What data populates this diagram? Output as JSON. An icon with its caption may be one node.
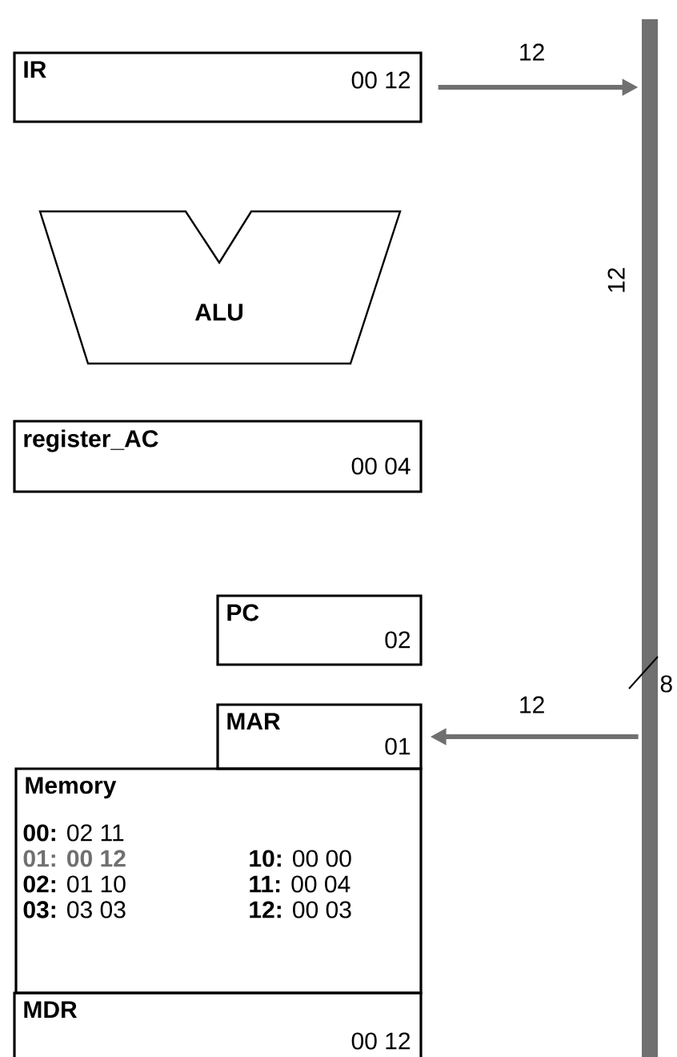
{
  "diagram": {
    "nodes": [
      {
        "text": [
          "IR",
          "00 12"
        ]
      },
      {
        "text": [
          "ALU"
        ]
      },
      {
        "text": [
          "register_AC",
          "00 04"
        ]
      },
      {
        "text": [
          "PC",
          "02"
        ]
      },
      {
        "text": [
          "MAR",
          "01"
        ]
      },
      {
        "text": [
          "Memory",
          "**00:** 02 11",
          "01: 00 12",
          "**02:** 01 10",
          "**03:** 03 03",
          "**10:** 00 00",
          "**11:** 00 04",
          "**12:** 00 03"
        ]
      },
      {
        "text": [
          "MDR",
          "00 12"
        ]
      },
      {
        "text": [],
        "shape": "bar",
        "beside": [
          "12"
        ]
      }
    ],
    "edges": [
      {
        "from": 0,
        "to": 7,
        "arrow": "to",
        "label": "12"
      },
      {
        "from": 7,
        "to": 4,
        "arrow": "to",
        "label": "12"
      }
    ],
    "labels": [
      "8"
    ]
  }
}
